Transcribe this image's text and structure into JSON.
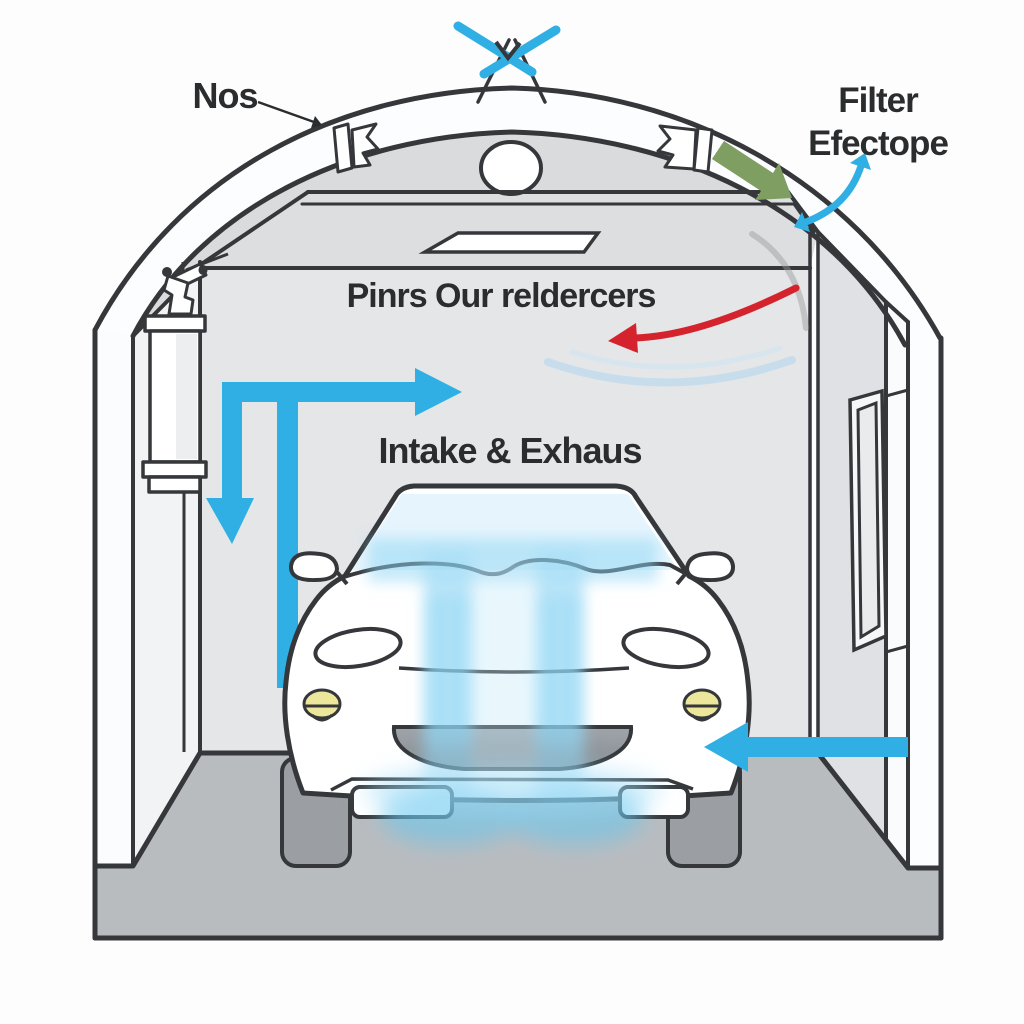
{
  "diagram": {
    "type": "car-paint-booth-ventilation-illustration",
    "labels": {
      "nos": "Nos",
      "filter_line1": "Filter",
      "filter_line2": "Efectope",
      "ceiling_caption": "Pinrs Our reldercers",
      "airflow_caption": "Intake & Exhaus"
    },
    "colors": {
      "airflow_blue": "#2FAFE4",
      "glow_blue": "#8ED5F4",
      "exhaust_red": "#D5232E",
      "filter_green": "#7E9E62",
      "fog_light_yellow": "#EDE79B",
      "outline_dark": "#35373A",
      "wall_light_gray": "#E4E6E8",
      "dome_gray": "#D9DBDD",
      "floor_gray": "#B9BCBF",
      "wheel_gray": "#9B9FA3"
    }
  }
}
